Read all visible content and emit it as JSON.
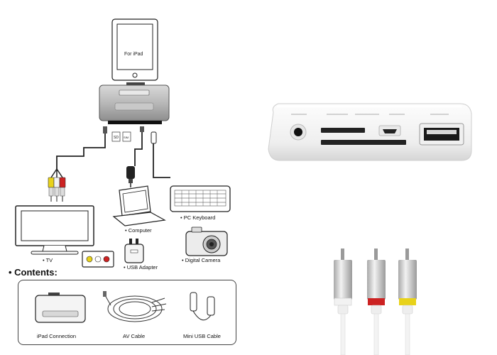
{
  "device": {
    "screen_label": "For iPad",
    "port_labels": [
      "SD",
      "SIM"
    ]
  },
  "labels": {
    "tv": "• TV",
    "computer": "• Computer",
    "pc_keyboard": "• PC Keyboard",
    "usb_adapter": "• USB Adapter",
    "digital_camera": "• Digital Camera"
  },
  "contents": {
    "title": "• Contents:",
    "items": [
      "iPad Connection",
      "AV Cable",
      "Mini USB Cable"
    ]
  },
  "colors": {
    "av_yellow": "#e8d21a",
    "av_white": "#f2f2f2",
    "av_red": "#cc2222",
    "line": "#222222"
  }
}
